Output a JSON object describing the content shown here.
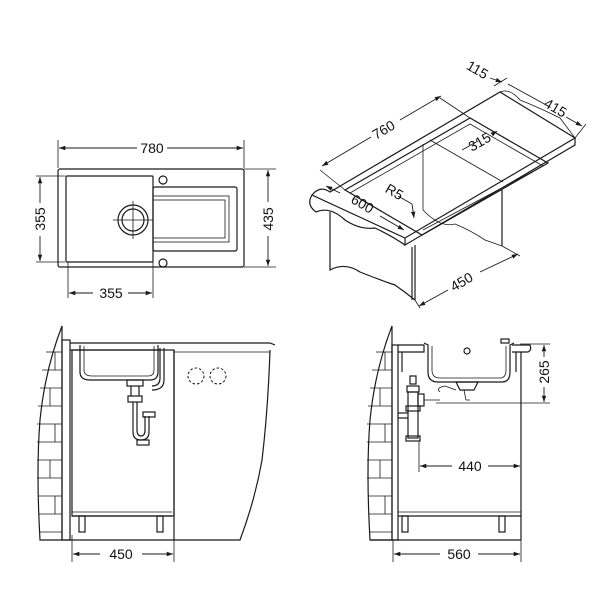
{
  "diagram": {
    "subject": "Kitchen sink installation dimensions",
    "views": {
      "top_view": {
        "dimensions": {
          "overall_width": "780",
          "overall_depth": "435",
          "bowl_width": "355",
          "bowl_depth": "355"
        }
      },
      "isometric_cutout": {
        "dimensions": {
          "cutout_length": "760",
          "countertop_depth": "600",
          "corner_radius": "R5",
          "cutout_depth": "315",
          "front_offset": "115",
          "rear_width": "415",
          "cabinet_width": "450"
        }
      },
      "front_section": {
        "dimensions": {
          "cabinet_width": "450"
        }
      },
      "side_section": {
        "dimensions": {
          "sink_depth": "265",
          "drain_to_wall": "440",
          "cabinet_depth": "560"
        }
      }
    }
  }
}
